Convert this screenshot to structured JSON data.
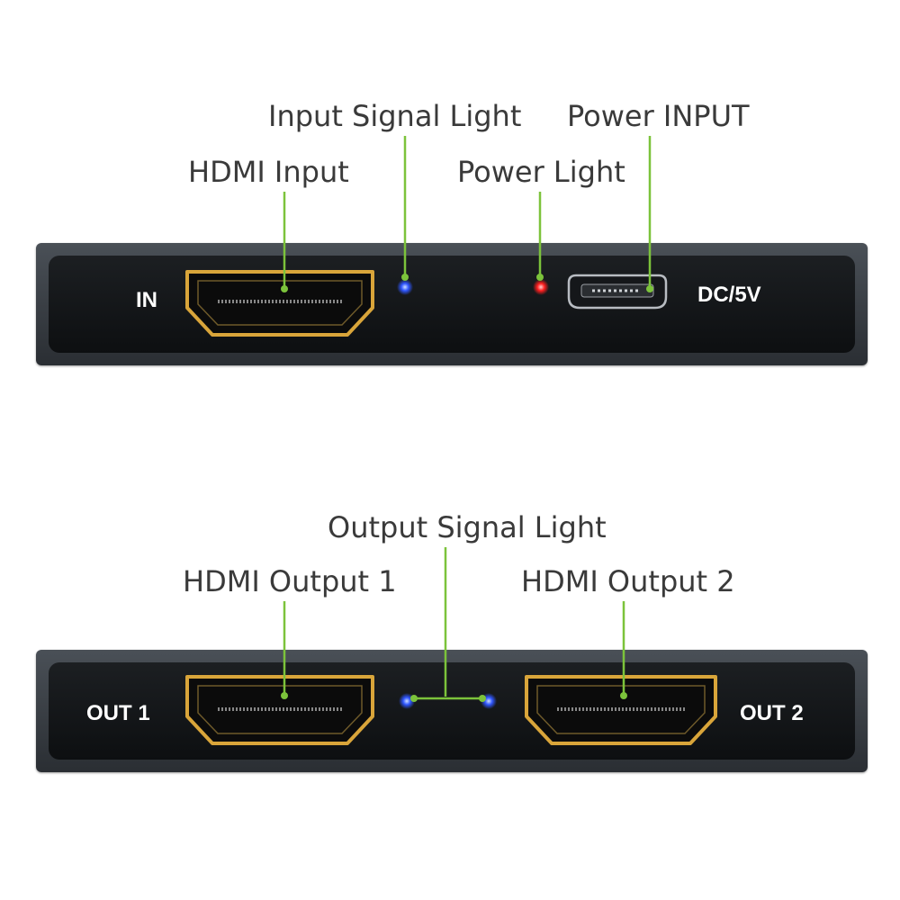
{
  "callouts": {
    "input_signal_light": "Input Signal Light",
    "power_input": "Power INPUT",
    "hdmi_input": "HDMI Input",
    "power_light": "Power Light",
    "output_signal_light": "Output Signal Light",
    "hdmi_output_1": "HDMI Output 1",
    "hdmi_output_2": "HDMI Output 2"
  },
  "ports": {
    "in": "IN",
    "dc": "DC/5V",
    "out1": "OUT 1",
    "out2": "OUT 2"
  },
  "colors": {
    "leader_line": "#7cc33b",
    "hdmi_gold": "#d9a53a",
    "led_blue": "#2f56ff",
    "led_red": "#ff1e1e"
  }
}
